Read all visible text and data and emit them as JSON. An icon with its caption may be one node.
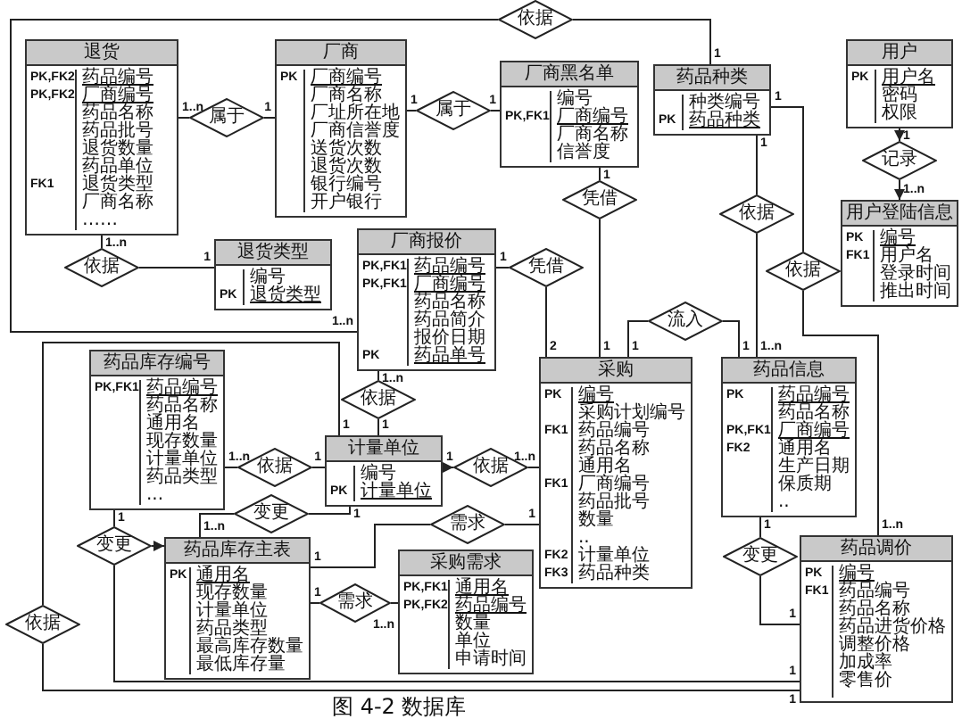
{
  "diagram": {
    "caption": "图 4-2 数据库",
    "nodes": [
      {
        "text": [
          "退货",
          "PK,FK2",
          "PK,FK2",
          "FK1",
          "药品编号",
          "厂商编号",
          "药品名称",
          "药品批号",
          "退货数量",
          "药品单位",
          "退货类型",
          "厂商名称",
          "……"
        ]
      },
      {
        "text": [
          "厂商",
          "PK",
          "厂商编号",
          "厂商名称",
          "厂址所在地",
          "厂商信誉度",
          "送货次数",
          "退货次数",
          "银行编号",
          "开户银行"
        ]
      },
      {
        "text": [
          "厂商黑名单",
          "PK,FK1",
          "编号",
          "厂商编号",
          "厂商名称",
          "信誉度"
        ]
      },
      {
        "text": [
          "退货类型",
          "PK",
          "编号",
          "退货类型"
        ]
      },
      {
        "text": [
          "厂商报价",
          "PK,FK1",
          "PK,FK1",
          "PK",
          "药品编号",
          "厂商编号",
          "药品名称",
          "药品简介",
          "报价日期",
          "药品单号"
        ]
      },
      {
        "text": [
          "药品种类",
          "PK",
          "种类编号",
          "药品种类"
        ]
      },
      {
        "text": [
          "用户",
          "PK",
          "用户名",
          "密码",
          "权限"
        ]
      },
      {
        "text": [
          "药品库存编号",
          "PK,FK1",
          "药品编号",
          "药品名称",
          "通用名",
          "现存数量",
          "计量单位",
          "药品类型",
          "..."
        ]
      },
      {
        "text": [
          "计量单位",
          "PK",
          "编号",
          "计量单位"
        ]
      },
      {
        "text": [
          "采购",
          "PK",
          "FK1",
          "FK1",
          "FK2",
          "FK3",
          "编号",
          "采购计划编号",
          "药品编号",
          "药品名称",
          "通用名",
          "厂商编号",
          "药品批号",
          "数量",
          "..",
          "计量单位",
          "药品种类"
        ]
      },
      {
        "text": [
          "药品信息",
          "PK",
          "PK,FK1",
          "FK2",
          "药品编号",
          "药品名称",
          "厂商编号",
          "通用名",
          "生产日期",
          "保质期",
          ".."
        ]
      },
      {
        "text": [
          "用户登陆信息",
          "PK",
          "FK1",
          "编号",
          "用户名",
          "登录时间",
          "推出时间"
        ]
      },
      {
        "text": [
          "药品库存主表",
          "PK",
          "通用名",
          "现存数量",
          "计量单位",
          "药品类型",
          "最高库存数量",
          "最低库存量"
        ]
      },
      {
        "text": [
          "采购需求",
          "PK,FK1",
          "PK,FK2",
          "通用名",
          "药品编号",
          "数量",
          "单位",
          "申请时间"
        ]
      },
      {
        "text": [
          "药品调价",
          "PK",
          "FK1",
          "编号",
          "药品编号",
          "药品名称",
          "药品进货价格",
          "调整价格",
          "加成率",
          "零售价"
        ]
      },
      {
        "text": [
          "属于"
        ]
      },
      {
        "text": [
          "属于"
        ]
      },
      {
        "text": [
          "依据"
        ]
      },
      {
        "text": [
          "依据"
        ]
      },
      {
        "text": [
          "凭借"
        ]
      },
      {
        "text": [
          "凭借"
        ]
      },
      {
        "text": [
          "依据"
        ]
      },
      {
        "text": [
          "依据"
        ]
      },
      {
        "text": [
          "记录"
        ]
      },
      {
        "text": [
          "依据"
        ]
      },
      {
        "text": [
          "流入"
        ]
      },
      {
        "text": [
          "依据"
        ]
      },
      {
        "text": [
          "依据"
        ]
      },
      {
        "text": [
          "依据"
        ]
      },
      {
        "text": [
          "变更"
        ]
      },
      {
        "text": [
          "需求"
        ]
      },
      {
        "text": [
          "变更"
        ]
      },
      {
        "text": [
          "需求"
        ]
      },
      {
        "text": [
          "变更"
        ]
      }
    ],
    "edges": [
      {
        "from": 0,
        "to": 15,
        "arrow": "none",
        "label": "1..n"
      },
      {
        "from": 15,
        "to": 1,
        "arrow": "none",
        "label": "1"
      },
      {
        "from": 1,
        "to": 16,
        "arrow": "none",
        "label": "1"
      },
      {
        "from": 16,
        "to": 2,
        "arrow": "none",
        "label": "1"
      },
      {
        "from": 0,
        "to": 17,
        "arrow": "none",
        "label": "1..n"
      },
      {
        "from": 17,
        "to": 3,
        "arrow": "none",
        "label": "1"
      },
      {
        "from": 18,
        "to": 5,
        "arrow": "none",
        "label": "1"
      },
      {
        "from": 18,
        "to": 4,
        "arrow": "none",
        "label": "1..n"
      },
      {
        "from": 2,
        "to": 19,
        "arrow": "none",
        "label": "1"
      },
      {
        "from": 19,
        "to": 9,
        "arrow": "none",
        "label": "1"
      },
      {
        "from": 4,
        "to": 20,
        "arrow": "none",
        "label": "1"
      },
      {
        "from": 20,
        "to": 9,
        "arrow": "none",
        "label": "2"
      },
      {
        "from": 5,
        "to": 21,
        "arrow": "none",
        "label": "1"
      },
      {
        "from": 21,
        "to": 10,
        "arrow": "none",
        "label": "1..n"
      },
      {
        "from": 5,
        "to": 22,
        "arrow": "none",
        "label": "1"
      },
      {
        "from": 22,
        "to": 14,
        "arrow": "none",
        "label": "1..n"
      },
      {
        "from": 6,
        "to": 23,
        "arrow": "to",
        "label": "1"
      },
      {
        "from": 23,
        "to": 11,
        "arrow": "to",
        "label": "1..n"
      },
      {
        "from": 4,
        "to": 24,
        "arrow": "none",
        "label": "1..n"
      },
      {
        "from": 24,
        "to": 8,
        "arrow": "none",
        "label": "1"
      },
      {
        "from": 9,
        "to": 25,
        "arrow": "none",
        "label": "1"
      },
      {
        "from": 25,
        "to": 10,
        "arrow": "none",
        "label": "1"
      },
      {
        "from": 7,
        "to": 26,
        "arrow": "none",
        "label": "1..n"
      },
      {
        "from": 26,
        "to": 8,
        "arrow": "none",
        "label": "1"
      },
      {
        "from": 8,
        "to": 27,
        "arrow": "to",
        "label": "1"
      },
      {
        "from": 27,
        "to": 9,
        "arrow": "none",
        "label": "1..n"
      },
      {
        "from": 8,
        "to": 28,
        "arrow": "none",
        "label": "1"
      },
      {
        "from": 28,
        "to": 14,
        "arrow": "none",
        "label": "1"
      },
      {
        "from": 8,
        "to": 29,
        "arrow": "none",
        "label": "1"
      },
      {
        "from": 29,
        "to": 12,
        "arrow": "none",
        "label": "1..n"
      },
      {
        "from": 9,
        "to": 30,
        "arrow": "none",
        "label": "1"
      },
      {
        "from": 30,
        "to": 12,
        "arrow": "none",
        "label": "1"
      },
      {
        "from": 7,
        "to": 31,
        "arrow": "none",
        "label": "1"
      },
      {
        "from": 31,
        "to": 12,
        "arrow": "to"
      },
      {
        "from": 31,
        "to": 14,
        "arrow": "none",
        "label": "1"
      },
      {
        "from": 12,
        "to": 32,
        "arrow": "none",
        "label": "1"
      },
      {
        "from": 32,
        "to": 13,
        "arrow": "none",
        "label": "1..n"
      },
      {
        "from": 10,
        "to": 33,
        "arrow": "none",
        "label": "1"
      },
      {
        "from": 33,
        "to": 14,
        "arrow": "none",
        "label": "1"
      }
    ]
  }
}
